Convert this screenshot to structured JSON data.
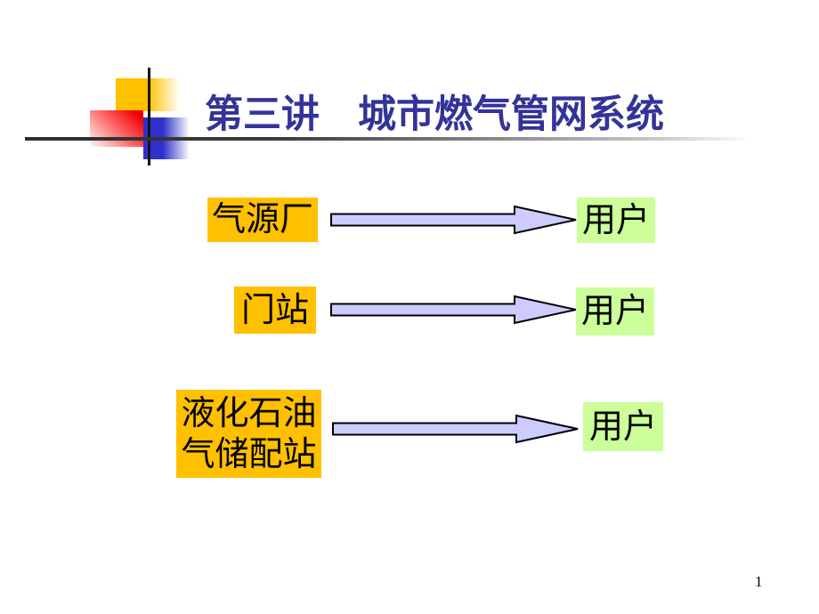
{
  "slide": {
    "title": "第三讲　城市燃气管网系统",
    "page_number": "1"
  },
  "diagram": {
    "rows": [
      {
        "source_lines": [
          "气源厂"
        ],
        "target": "用户"
      },
      {
        "source_lines": [
          "门站"
        ],
        "target": "用户"
      },
      {
        "source_lines": [
          "液化石油",
          "气储配站"
        ],
        "target": "用户"
      }
    ]
  },
  "colors": {
    "title_text": "#333399",
    "source_box": "#FFC000",
    "target_box": "#CCFF99",
    "arrow_fill": "#CCCCFF",
    "arrow_outline": "#000000",
    "decor_yellow": "#FFC000",
    "decor_red": "#FF0000",
    "decor_blue": "#3030CC"
  }
}
